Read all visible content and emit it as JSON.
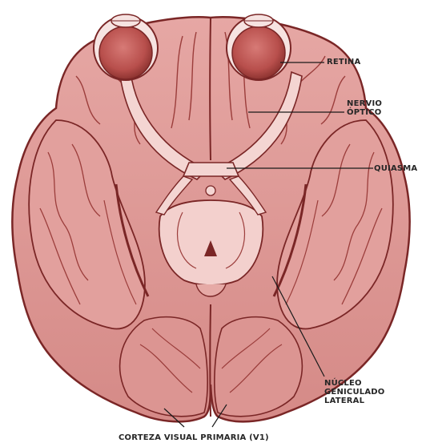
{
  "colors": {
    "tissue": "#d98f8f",
    "tissue_light": "#efc2bf",
    "tissue_dark": "#b55a5a",
    "outline": "#7a2626",
    "eyeball": "#b84f4c",
    "leader": "#1a1a1a",
    "label_text": "#262626"
  },
  "labels": {
    "retina": "RETINA",
    "nervio_optico": [
      "NERVIO",
      "ÓPTICO"
    ],
    "quiasma": "QUIASMA",
    "nucleo_geniculado_lateral": [
      "NÚCLEO",
      "GENICULADO",
      "LATERAL"
    ],
    "corteza_visual_primaria": "CORTEZA VISUAL PRIMARIA (V1)"
  }
}
